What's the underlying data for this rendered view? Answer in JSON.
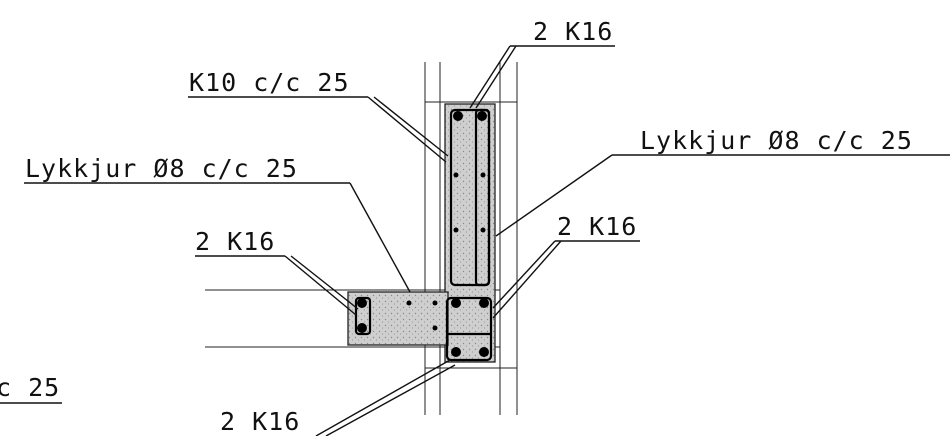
{
  "labels": {
    "top_bars": "2 K16",
    "stirrups_k10": "K10 c/c 25",
    "ties_right": "Lykkjur Ø8 c/c 25",
    "ties_left": "Lykkjur Ø8 c/c 25",
    "left_bars": "2 K16",
    "right_bars": "2 K16",
    "bottom_bars": "2 K16",
    "cut_left": "c 25"
  }
}
